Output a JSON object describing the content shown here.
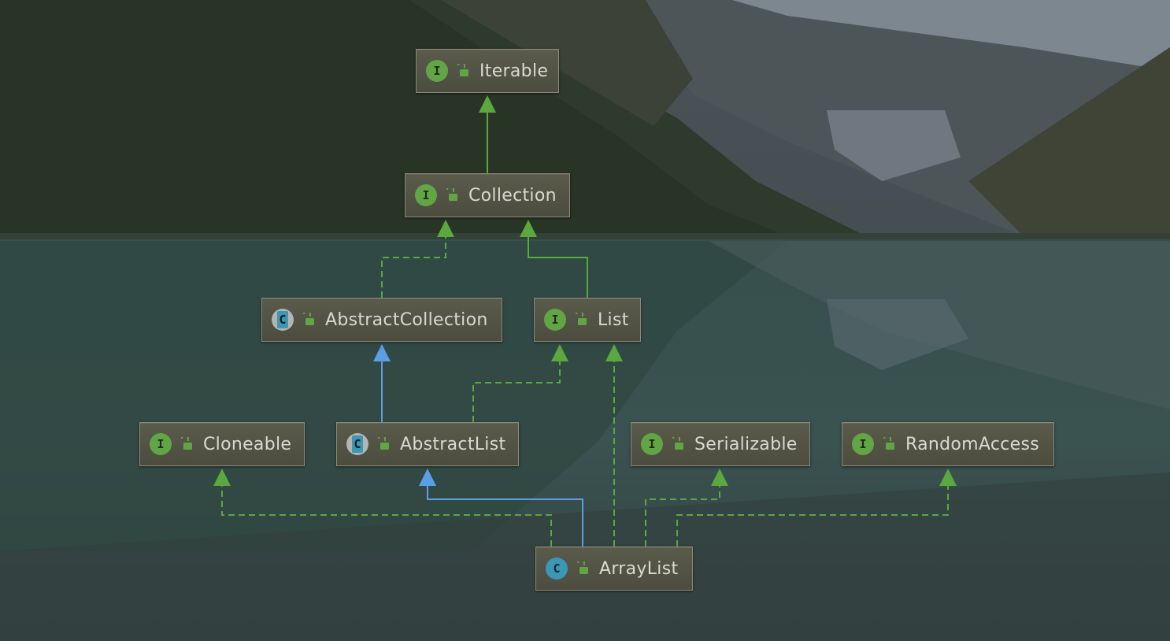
{
  "diagram": {
    "nodes": {
      "iterable": {
        "name": "Iterable",
        "kind": "interface",
        "kind_letter": "I"
      },
      "collection": {
        "name": "Collection",
        "kind": "interface",
        "kind_letter": "I"
      },
      "abstract_collection": {
        "name": "AbstractCollection",
        "kind": "abstract-class",
        "kind_letter": "C"
      },
      "list": {
        "name": "List",
        "kind": "interface",
        "kind_letter": "I"
      },
      "cloneable": {
        "name": "Cloneable",
        "kind": "interface",
        "kind_letter": "I"
      },
      "abstract_list": {
        "name": "AbstractList",
        "kind": "abstract-class",
        "kind_letter": "C"
      },
      "serializable": {
        "name": "Serializable",
        "kind": "interface",
        "kind_letter": "I"
      },
      "random_access": {
        "name": "RandomAccess",
        "kind": "interface",
        "kind_letter": "I"
      },
      "array_list": {
        "name": "ArrayList",
        "kind": "class",
        "kind_letter": "C"
      }
    },
    "edges": [
      {
        "from": "collection",
        "to": "iterable",
        "type": "extends-interface"
      },
      {
        "from": "abstract_collection",
        "to": "collection",
        "type": "implements"
      },
      {
        "from": "list",
        "to": "collection",
        "type": "extends-interface"
      },
      {
        "from": "abstract_list",
        "to": "abstract_collection",
        "type": "extends-class"
      },
      {
        "from": "abstract_list",
        "to": "list",
        "type": "implements"
      },
      {
        "from": "array_list",
        "to": "abstract_list",
        "type": "extends-class"
      },
      {
        "from": "array_list",
        "to": "list",
        "type": "implements"
      },
      {
        "from": "array_list",
        "to": "cloneable",
        "type": "implements"
      },
      {
        "from": "array_list",
        "to": "serializable",
        "type": "implements"
      },
      {
        "from": "array_list",
        "to": "random_access",
        "type": "implements"
      }
    ],
    "colors": {
      "interface_badge": "#62a545",
      "class_badge": "#3c97b5",
      "implements_edge": "#5aa83e",
      "extends_class_edge": "#5a9fe6",
      "access_lock": "#62a545"
    },
    "icons": {
      "background": "mountain-lake-photo",
      "visibility": "unlocked-padlock-icon"
    }
  }
}
